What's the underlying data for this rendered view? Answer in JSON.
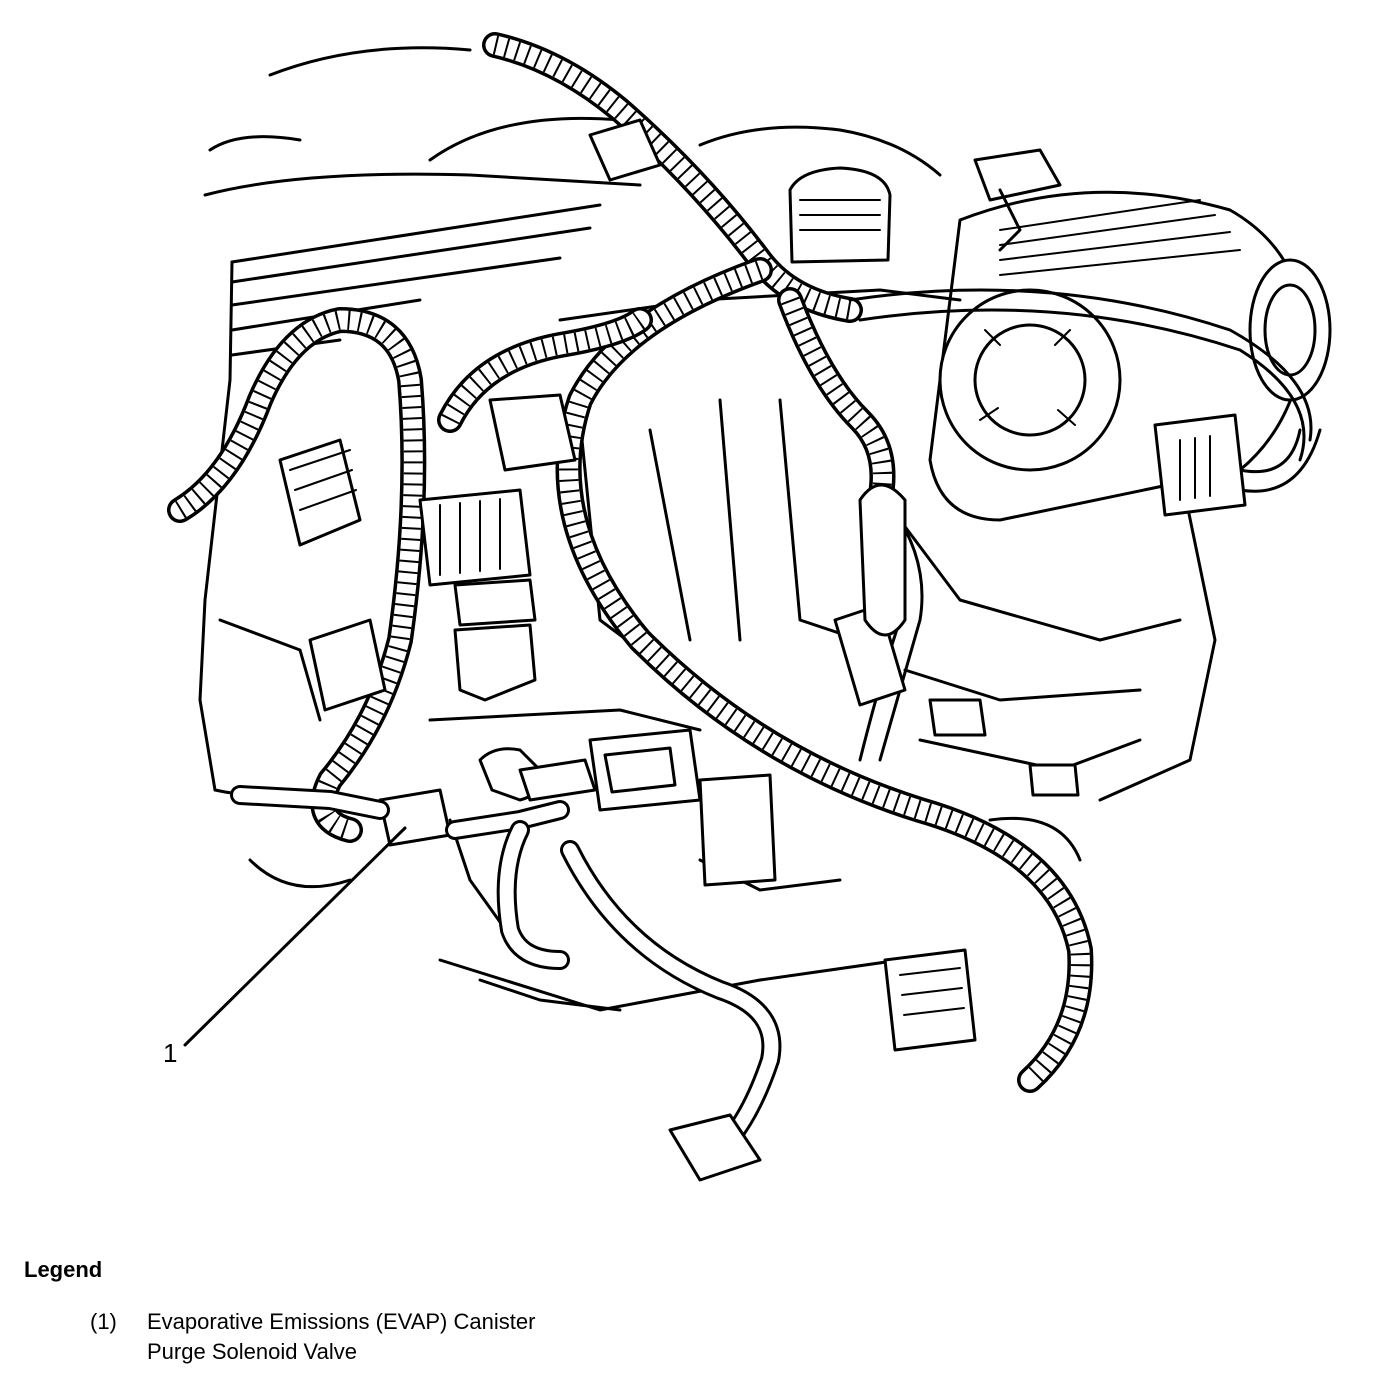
{
  "diagram": {
    "callout_label": "1",
    "legend": {
      "title": "Legend",
      "items": [
        {
          "number": "(1)",
          "description_line1": "Evaporative Emissions (EVAP) Canister",
          "description_line2": "Purge Solenoid Valve"
        }
      ]
    }
  }
}
